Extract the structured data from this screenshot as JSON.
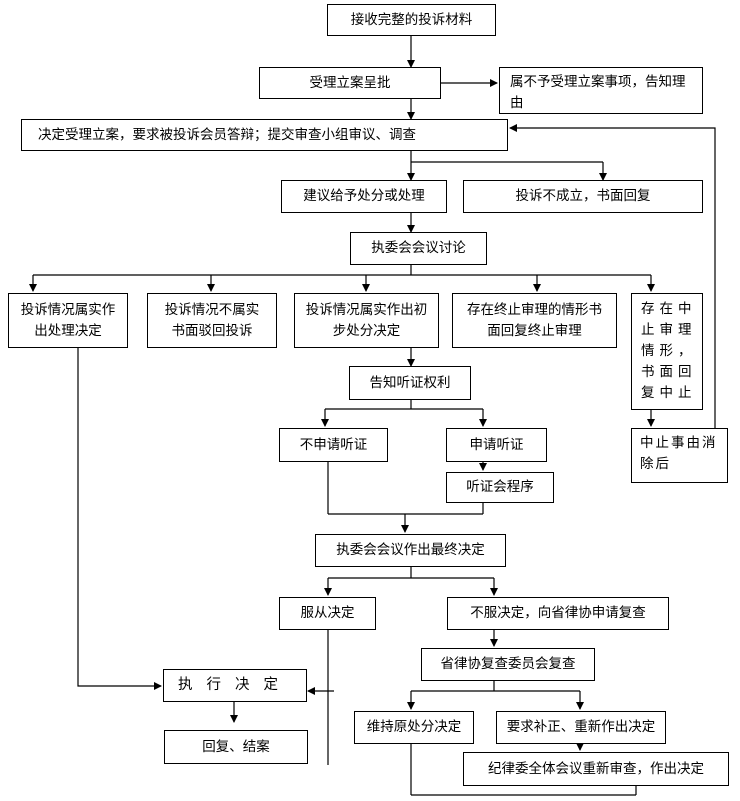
{
  "flowchart": {
    "receive": "接收完整的投诉材料",
    "approve": "受理立案呈批",
    "not_accepted": "属不予受理立案事项，告知理由",
    "decide": "决定受理立案，要求被投诉会员答辩；提交审查小组审议、调查",
    "suggest": "建议给予处分或处理",
    "not_established": "投诉不成立，书面回复",
    "committee": "执委会会议讨论",
    "true_decision": "投诉情况属实作出处理决定",
    "false_reject": "投诉情况不属实书面驳回投诉",
    "preliminary": "投诉情况属实作出初步处分决定",
    "terminate": "存在终止审理的情形书面回复终止审理",
    "suspend": "存在中止审理情形，书面回复中止",
    "suspend_end": "中止事由消除后",
    "notify": "告知听证权利",
    "no_hearing": "不申请听证",
    "hearing": "申请听证",
    "hearing_proc": "听证会程序",
    "final": "执委会会议作出最终决定",
    "accept": "服从决定",
    "appeal": "不服决定，向省律协申请复查",
    "review": "省律协复查委员会复查",
    "execute": "执行决定",
    "reply_close": "回复、结案",
    "maintain": "维持原处分决定",
    "redo": "要求补正、重新作出决定",
    "discipline": "纪律委全体会议重新审查，作出决定"
  }
}
